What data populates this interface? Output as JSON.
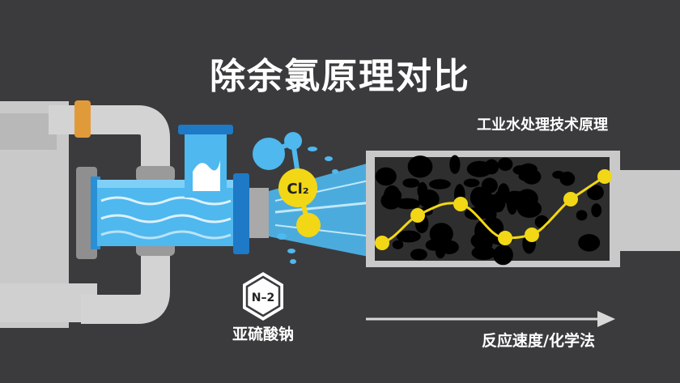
{
  "title": "除余氯原理对比",
  "subtitle": "工业水处理技术原理",
  "chlorine_label": "Cl₂",
  "reagent": {
    "badge": "N–2",
    "label": "亚硫酸钠"
  },
  "axis_label": "反应速度/化学法",
  "colors": {
    "background": "#3b3b3d",
    "water": "#4fb8ee",
    "chlorine": "#f2d716",
    "pipe": "#d3d3d3",
    "valve": "#e19a3a",
    "flange": "#1e79c6"
  },
  "icons": {
    "molecule": "chlorine-molecule-icon",
    "hexagon": "hexagon-badge-icon",
    "arrow": "right-arrow-icon"
  }
}
